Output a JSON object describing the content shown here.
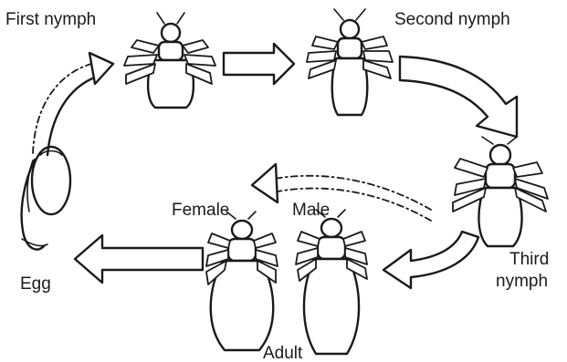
{
  "labels": {
    "first_nymph": "First nymph",
    "second_nymph": "Second nymph",
    "third_line1": "Third",
    "third_line2": "nymph",
    "female": "Female",
    "male": "Male",
    "egg": "Egg",
    "adult": "Adult"
  },
  "colors": {
    "ink": "#1a1a1a",
    "paper": "#ffffff"
  }
}
